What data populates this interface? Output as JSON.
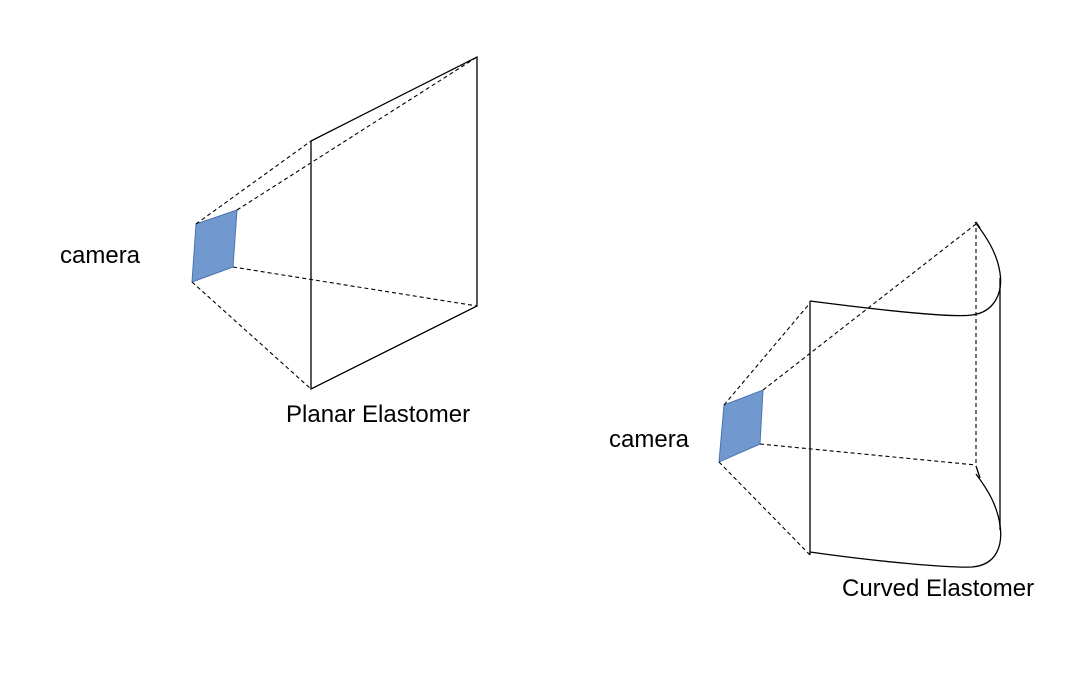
{
  "labels": {
    "planar_camera": "camera",
    "planar_elastomer": "Planar Elastomer",
    "curved_camera": "camera",
    "curved_elastomer": "Curved Elastomer"
  },
  "colors": {
    "camera_fill": "#7199d0",
    "camera_stroke": "#4a74b0",
    "line": "#000000",
    "background": "#ffffff"
  }
}
